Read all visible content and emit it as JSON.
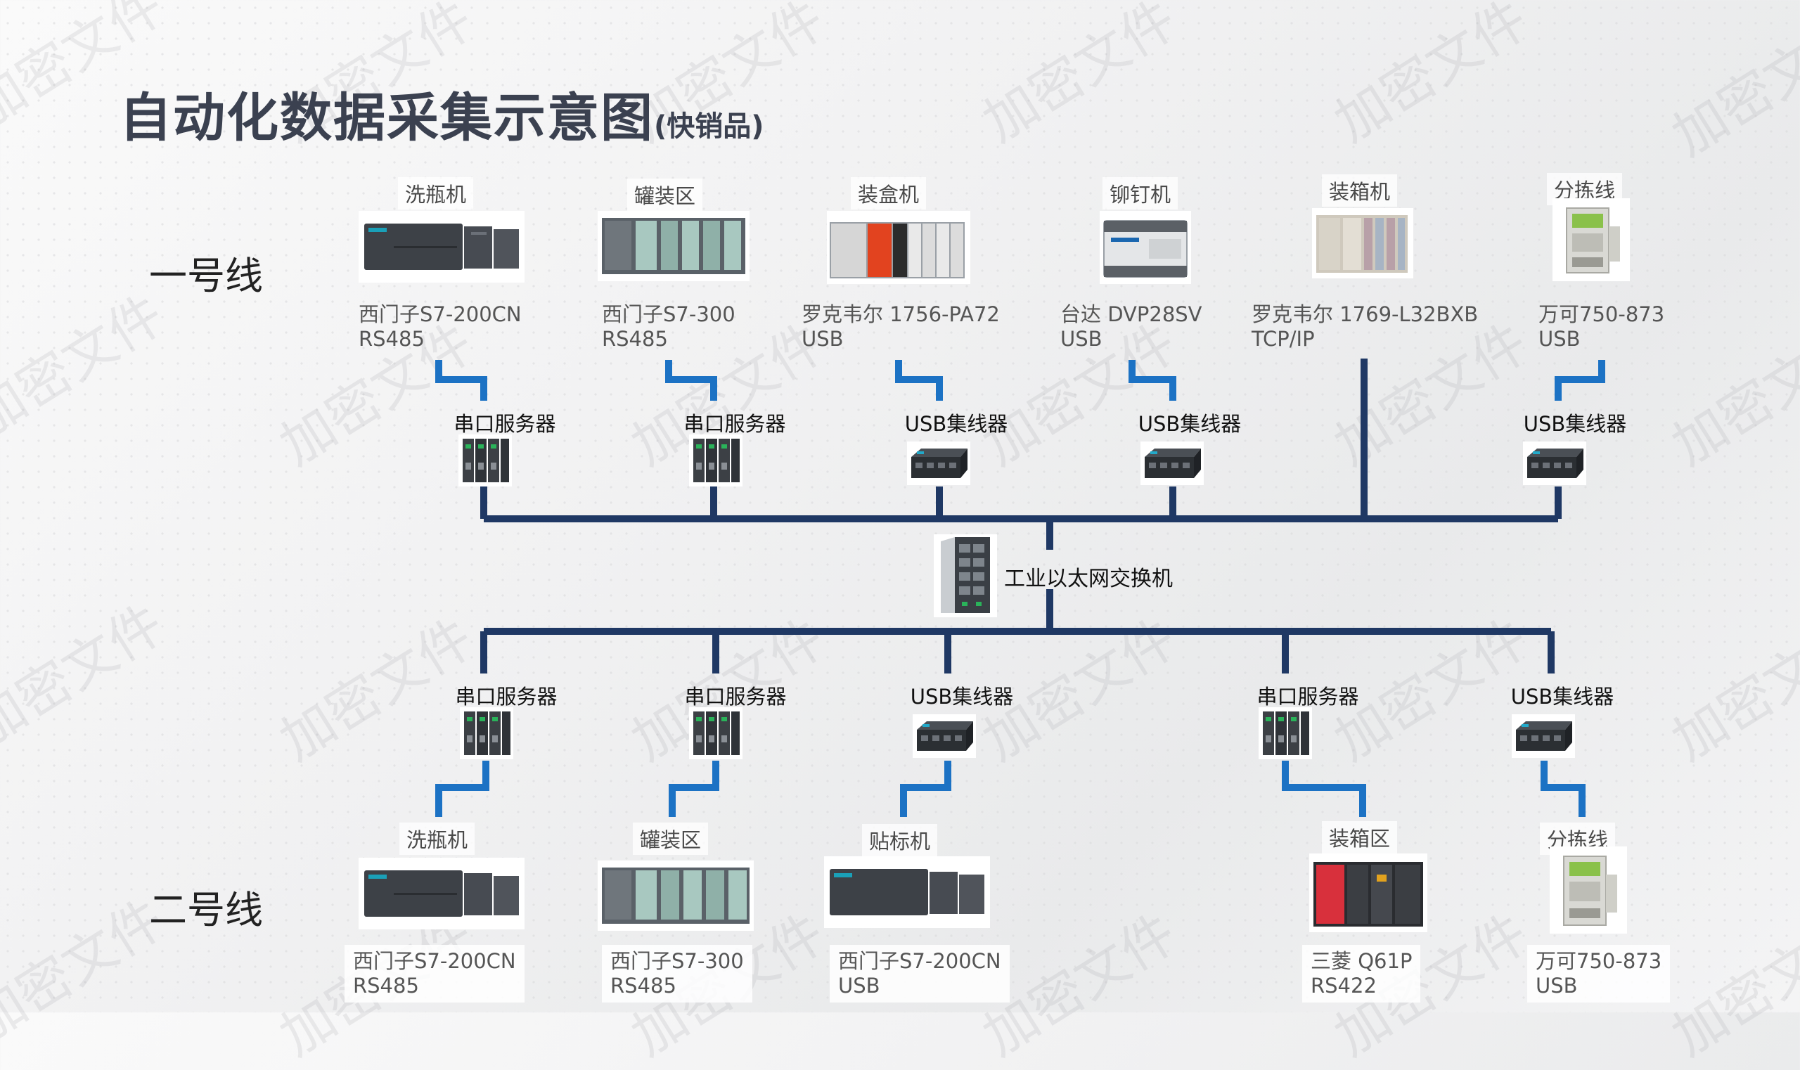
{
  "title": "自动化数据采集示意图",
  "title_sub": "(快销品)",
  "line1_label": "一号线",
  "line2_label": "二号线",
  "switch_label": "工业以太网交换机",
  "watermark": "加密文件",
  "colors": {
    "trunk": "#1f3864",
    "branch": "#1c72c4",
    "title": "#3b4150"
  },
  "line1": [
    {
      "machine": "洗瓶机",
      "model": "西门子S7-200CN",
      "interface": "RS485",
      "device": "串口服务器",
      "device_icon": "serial-server-icon",
      "plc_icon": "plc-s7-200-icon"
    },
    {
      "machine": "罐装区",
      "model": "西门子S7-300",
      "interface": "RS485",
      "device": "串口服务器",
      "device_icon": "serial-server-icon",
      "plc_icon": "plc-s7-300-icon"
    },
    {
      "machine": "装盒机",
      "model": "罗克韦尔 1756-PA72",
      "interface": "USB",
      "device": "USB集线器",
      "device_icon": "usb-hub-icon",
      "plc_icon": "plc-controllogix-icon"
    },
    {
      "machine": "铆钉机",
      "model": "台达 DVP28SV",
      "interface": "USB",
      "device": "USB集线器",
      "device_icon": "usb-hub-icon",
      "plc_icon": "plc-delta-icon"
    },
    {
      "machine": "装箱机",
      "model": "罗克韦尔 1769-L32BXB",
      "interface": "TCP/IP",
      "device": "",
      "device_icon": "",
      "plc_icon": "plc-compactlogix-icon"
    },
    {
      "machine": "分拣线",
      "model": "万可750-873",
      "interface": "USB",
      "device": "USB集线器",
      "device_icon": "usb-hub-icon",
      "plc_icon": "plc-wago-icon"
    }
  ],
  "line2": [
    {
      "machine": "洗瓶机",
      "model": "西门子S7-200CN",
      "interface": "RS485",
      "device": "串口服务器",
      "device_icon": "serial-server-icon",
      "plc_icon": "plc-s7-200-icon"
    },
    {
      "machine": "罐装区",
      "model": "西门子S7-300",
      "interface": "RS485",
      "device": "串口服务器",
      "device_icon": "serial-server-icon",
      "plc_icon": "plc-s7-300-icon"
    },
    {
      "machine": "贴标机",
      "model": "西门子S7-200CN",
      "interface": "USB",
      "device": "USB集线器",
      "device_icon": "usb-hub-icon",
      "plc_icon": "plc-s7-200-icon"
    },
    {
      "machine": "装箱区",
      "model": "三菱 Q61P",
      "interface": "RS422",
      "device": "串口服务器",
      "device_icon": "serial-server-icon",
      "plc_icon": "plc-mitsubishi-q-icon"
    },
    {
      "machine": "分拣线",
      "model": "万可750-873",
      "interface": "USB",
      "device": "USB集线器",
      "device_icon": "usb-hub-icon",
      "plc_icon": "plc-wago-icon"
    }
  ]
}
